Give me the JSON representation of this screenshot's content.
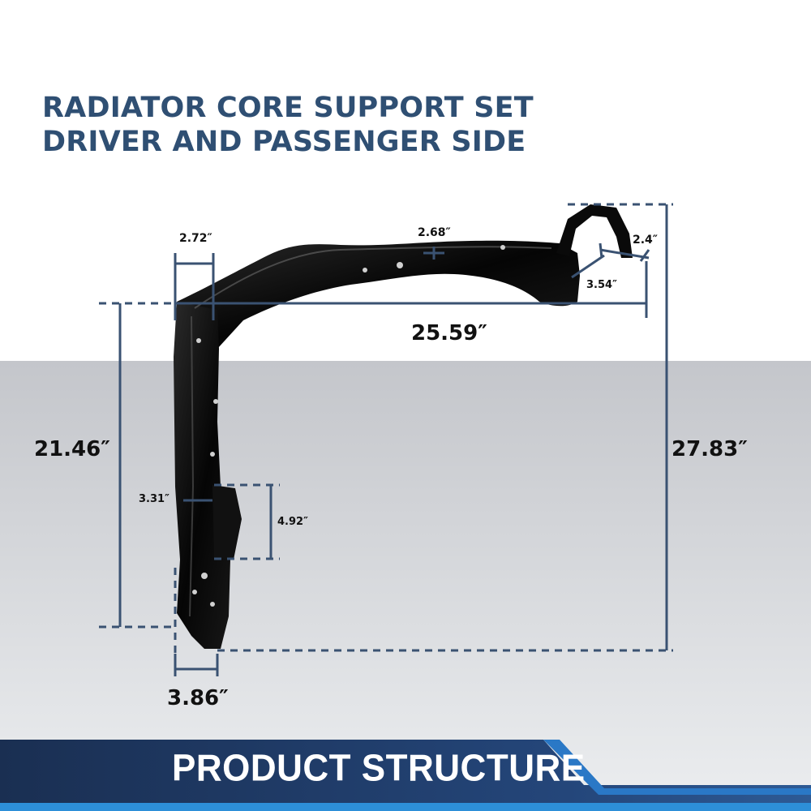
{
  "title": {
    "line1": "RADIATOR CORE SUPPORT SET",
    "line2": "DRIVER AND PASSENGER SIDE"
  },
  "dimensions": {
    "width_top_left": "2.72″",
    "width_top_mid": "2.68″",
    "width_top_right": "2.4″",
    "bracket_width": "3.54″",
    "overall_width": "25.59″",
    "left_height": "21.46″",
    "overall_height": "27.83″",
    "bracket_small": "3.31″",
    "bracket_height": "4.92″",
    "base_width": "3.86″"
  },
  "footer": {
    "label": "PRODUCT STRUCTURE"
  },
  "colors": {
    "title": "#2f4f73",
    "dimension_line": "#3a5272",
    "footer_band": "#1f3f73",
    "footer_accent": "#2a78c6"
  }
}
